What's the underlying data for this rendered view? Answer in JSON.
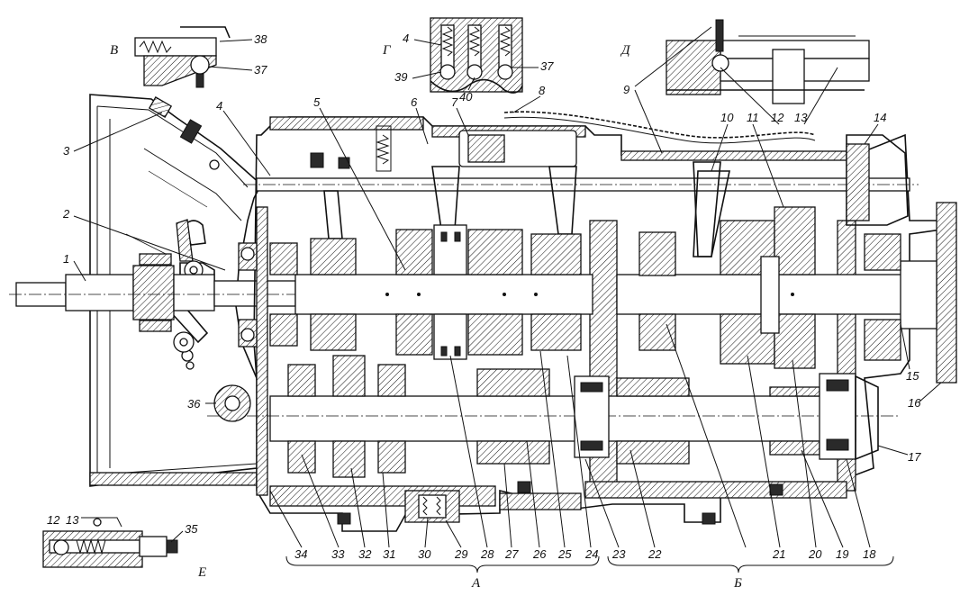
{
  "diagram": {
    "callouts": [
      "1",
      "2",
      "3",
      "4",
      "5",
      "6",
      "7",
      "8",
      "9",
      "10",
      "11",
      "12",
      "13",
      "14",
      "15",
      "16",
      "17",
      "18",
      "19",
      "20",
      "21",
      "22",
      "23",
      "24",
      "25",
      "26",
      "27",
      "28",
      "29",
      "30",
      "31",
      "32",
      "33",
      "34",
      "35",
      "36"
    ],
    "inset_B": {
      "letter": "В",
      "callouts": [
        "38",
        "37"
      ]
    },
    "inset_G": {
      "letter": "Г",
      "callouts": [
        "4",
        "39",
        "40",
        "37"
      ]
    },
    "inset_D": {
      "letter": "Д",
      "callouts": [
        "9",
        "12",
        "13"
      ]
    },
    "inset_E": {
      "letter": "Е",
      "callouts": [
        "12",
        "13",
        "35"
      ]
    },
    "sections": {
      "A": "А",
      "B": "Б"
    }
  }
}
